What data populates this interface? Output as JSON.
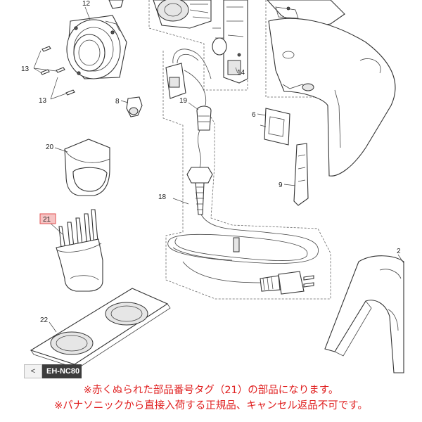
{
  "parts": {
    "p12": "12",
    "p13a": "13",
    "p13b": "13",
    "p14": "14",
    "p8": "8",
    "p19": "19",
    "p6": "6",
    "p20": "20",
    "p9": "9",
    "p18": "18",
    "p21": "21",
    "p22": "22",
    "p2": "2"
  },
  "model_tag": {
    "back": "<",
    "model": "EH-NC80"
  },
  "notes": [
    "※赤くぬられた部品番号タグ（21）の部品になります。",
    "※パナソニックから直接入荷する正規品、キャンセル返品不可です。"
  ],
  "colors": {
    "highlight_fill": "#f6c3c3",
    "highlight_stroke": "#e05050",
    "note_text": "#e02020"
  }
}
